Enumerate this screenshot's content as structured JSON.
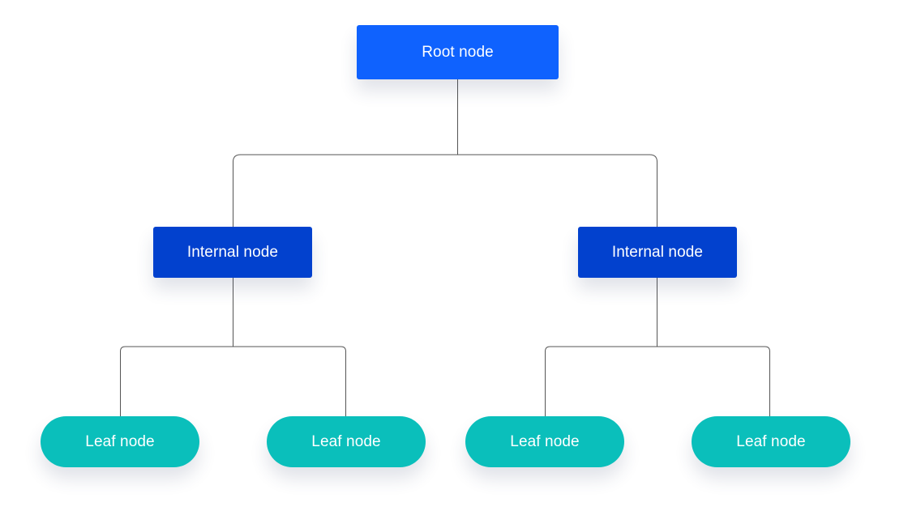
{
  "colors": {
    "root_fill": "#0f62fe",
    "internal_fill": "#0241ce",
    "leaf_fill": "#0abfbb",
    "node_text": "#ffffff",
    "connector": "#555555"
  },
  "tree": {
    "root": {
      "label": "Root node"
    },
    "internal": [
      {
        "label": "Internal node"
      },
      {
        "label": "Internal node"
      }
    ],
    "leaves": [
      {
        "label": "Leaf node"
      },
      {
        "label": "Leaf node"
      },
      {
        "label": "Leaf node"
      },
      {
        "label": "Leaf node"
      }
    ]
  }
}
